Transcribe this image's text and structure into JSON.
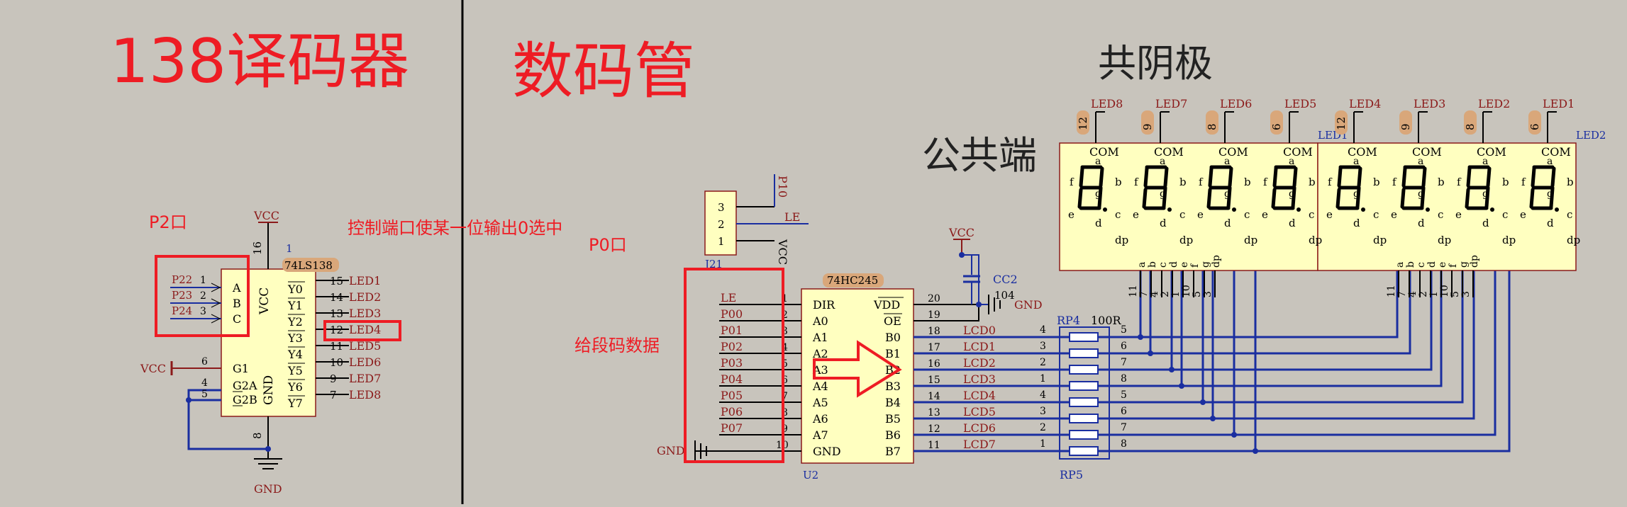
{
  "titles": {
    "decoder": "138译码器",
    "segment_display": "数码管",
    "common_cathode": "共阴极",
    "common_terminal": "公共端"
  },
  "notes": {
    "p2_port": "P2口",
    "p0_port": "P0口",
    "control_note": "控制端口使某一位输出0选中",
    "segment_data_note": "给段码数据"
  },
  "decoder": {
    "chip_name": "74LS138",
    "designator": "1",
    "vcc_label": "VCC",
    "gnd_label": "GND",
    "vcc_pin": "16",
    "gnd_pin": "8",
    "vcc_text": "VCC",
    "gnd_text": "GND",
    "inputs": [
      {
        "net": "P22",
        "pin": "1",
        "name": "A"
      },
      {
        "net": "P23",
        "pin": "2",
        "name": "B"
      },
      {
        "net": "P24",
        "pin": "3",
        "name": "C"
      }
    ],
    "enables": [
      {
        "pin": "6",
        "name": "G1",
        "net": "VCC"
      },
      {
        "pin": "4",
        "name": "G2A",
        "net": ""
      },
      {
        "pin": "5",
        "name": "G2B",
        "net": ""
      }
    ],
    "outputs": [
      {
        "name": "Y0",
        "pin": "15",
        "net": "LED1"
      },
      {
        "name": "Y1",
        "pin": "14",
        "net": "LED2"
      },
      {
        "name": "Y2",
        "pin": "13",
        "net": "LED3"
      },
      {
        "name": "Y3",
        "pin": "12",
        "net": "LED4"
      },
      {
        "name": "Y4",
        "pin": "11",
        "net": "LED5"
      },
      {
        "name": "Y5",
        "pin": "10",
        "net": "LED6"
      },
      {
        "name": "Y6",
        "pin": "9",
        "net": "LED7"
      },
      {
        "name": "Y7",
        "pin": "7",
        "net": "LED8"
      }
    ]
  },
  "jumper": {
    "designator": "J21",
    "pins": [
      "3",
      "2",
      "1"
    ],
    "nets": [
      "P10",
      "LE",
      "VCC"
    ]
  },
  "buffer": {
    "chip_name": "74HC245",
    "designator": "U2",
    "left_pins": [
      {
        "net": "LE",
        "pin": "1",
        "name": "DIR"
      },
      {
        "net": "P00",
        "pin": "2",
        "name": "A0"
      },
      {
        "net": "P01",
        "pin": "3",
        "name": "A1"
      },
      {
        "net": "P02",
        "pin": "4",
        "name": "A2"
      },
      {
        "net": "P03",
        "pin": "5",
        "name": "A3"
      },
      {
        "net": "P04",
        "pin": "6",
        "name": "A4"
      },
      {
        "net": "P05",
        "pin": "7",
        "name": "A5"
      },
      {
        "net": "P06",
        "pin": "8",
        "name": "A6"
      },
      {
        "net": "P07",
        "pin": "9",
        "name": "A7"
      },
      {
        "net": "GND",
        "pin": "10",
        "name": "GND"
      }
    ],
    "right_pins": [
      {
        "name": "VDD",
        "pin": "20",
        "net": ""
      },
      {
        "name": "OE",
        "pin": "19",
        "net": ""
      },
      {
        "name": "B0",
        "pin": "18",
        "net": "LCD0"
      },
      {
        "name": "B1",
        "pin": "17",
        "net": "LCD1"
      },
      {
        "name": "B2",
        "pin": "16",
        "net": "LCD2"
      },
      {
        "name": "B3",
        "pin": "15",
        "net": "LCD3"
      },
      {
        "name": "B4",
        "pin": "14",
        "net": "LCD4"
      },
      {
        "name": "B5",
        "pin": "13",
        "net": "LCD5"
      },
      {
        "name": "B6",
        "pin": "12",
        "net": "LCD6"
      },
      {
        "name": "B7",
        "pin": "11",
        "net": "LCD7"
      }
    ],
    "cap": {
      "name": "CC2",
      "value": "104",
      "vcc": "VCC",
      "gnd": "GND"
    }
  },
  "resistors": {
    "rp4": "RP4",
    "rp5": "RP5",
    "value": "100R",
    "left_pins": [
      "4",
      "3",
      "2",
      "1",
      "4",
      "3",
      "2",
      "1"
    ],
    "right_pins": [
      "5",
      "6",
      "7",
      "8",
      "5",
      "6",
      "7",
      "8"
    ]
  },
  "display": {
    "led_labels": [
      "LED8",
      "LED7",
      "LED6",
      "LED5",
      "LED4",
      "LED3",
      "LED2",
      "LED1"
    ],
    "com_pins": [
      "12",
      "9",
      "8",
      "6",
      "12",
      "9",
      "8",
      "6"
    ],
    "designators": [
      "LED1",
      "LED2"
    ],
    "digit_letters": {
      "com": "COM",
      "a": "a",
      "b": "b",
      "c": "c",
      "d": "d",
      "e": "e",
      "f": "f",
      "g": "g",
      "dp": "dp"
    },
    "seg_names": [
      "a",
      "b",
      "c",
      "d",
      "e",
      "f",
      "g",
      "dp"
    ],
    "seg_pins": [
      "11",
      "7",
      "4",
      "2",
      "1",
      "10",
      "5",
      "3"
    ]
  }
}
